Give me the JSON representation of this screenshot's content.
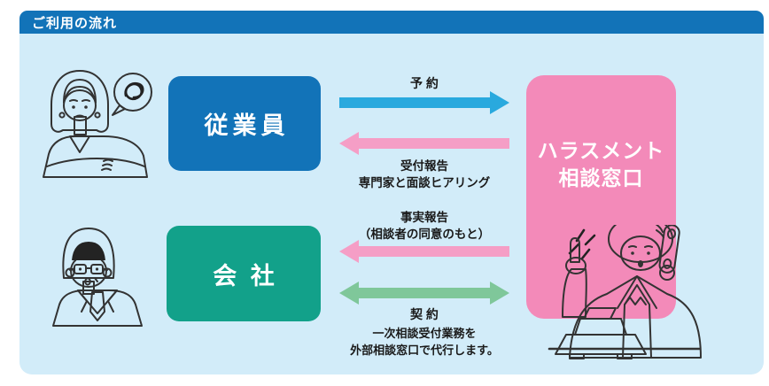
{
  "header": {
    "title": "ご利用の流れ"
  },
  "actors": {
    "employee": {
      "label": "従業員"
    },
    "company": {
      "label": "会 社"
    },
    "consultation_desk": {
      "line1": "ハラスメント",
      "line2": "相談窓口"
    }
  },
  "flows": {
    "reservation": {
      "label": "予 約",
      "direction": "right"
    },
    "reception_report": {
      "line1": "受付報告",
      "line2": "専門家と面談ヒアリング",
      "direction": "left"
    },
    "fact_report": {
      "line1": "事実報告",
      "line2": "（相談者の同意のもと）",
      "direction": "left"
    },
    "contract": {
      "label": "契 約",
      "note1": "一次相談受付業務を",
      "note2": "外部相談窓口で代行します。",
      "direction": "both"
    }
  },
  "palette": {
    "header_blue": "#1273b8",
    "panel_blue": "#d2ecf9",
    "employee_blue": "#1273b8",
    "company_teal": "#12a18a",
    "desk_pink": "#f38ab9",
    "arrow_blue": "#29a9de",
    "arrow_pink": "#f59ec6",
    "arrow_green": "#7fc79a"
  }
}
